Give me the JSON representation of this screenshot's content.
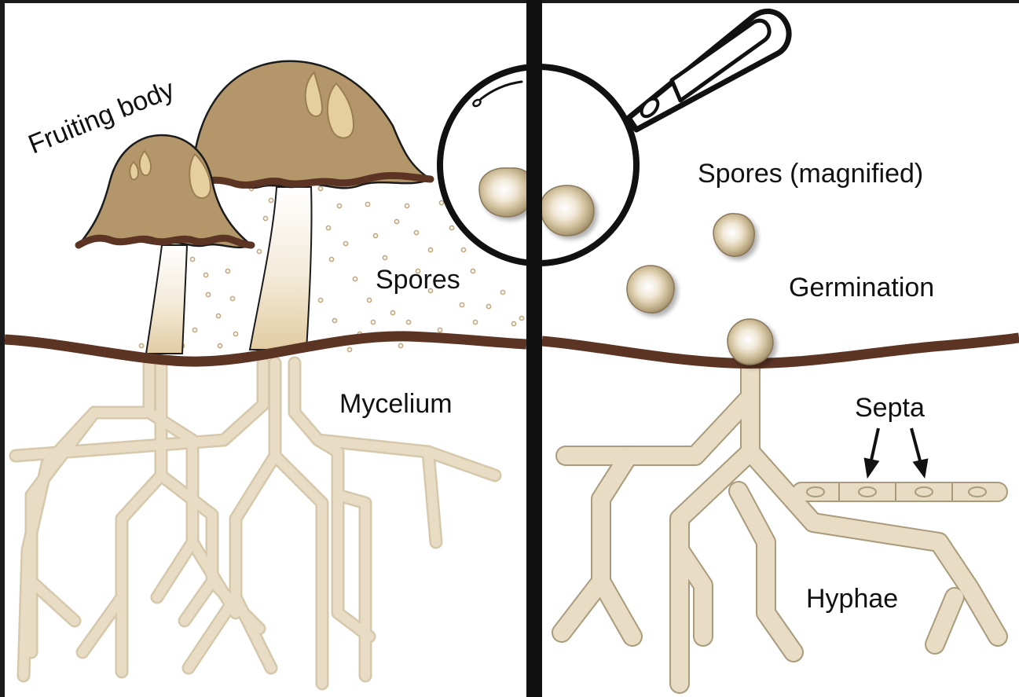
{
  "labels": {
    "fruiting_body": "Fruiting body",
    "spores": "Spores",
    "mycelium": "Mycelium",
    "spores_magnified": "Spores (magnified)",
    "germination": "Germination",
    "septa": "Septa",
    "hyphae": "Hyphae"
  },
  "colors": {
    "background": "#ffffff",
    "frame": "#1b1b1b",
    "soil_line": "#5c3424",
    "cap": "#b3976a",
    "cap_highlight": "#e6cf9e",
    "stem": "#f3ead8",
    "hypha_fill": "#e4d8c0",
    "hypha_outline": "#a99b7b",
    "spore_dot": "#c4a882",
    "spore_outer": "#a89673",
    "spore_mid": "#d3c3a0",
    "spore_inner": "#f3ede2",
    "text": "#111111"
  }
}
